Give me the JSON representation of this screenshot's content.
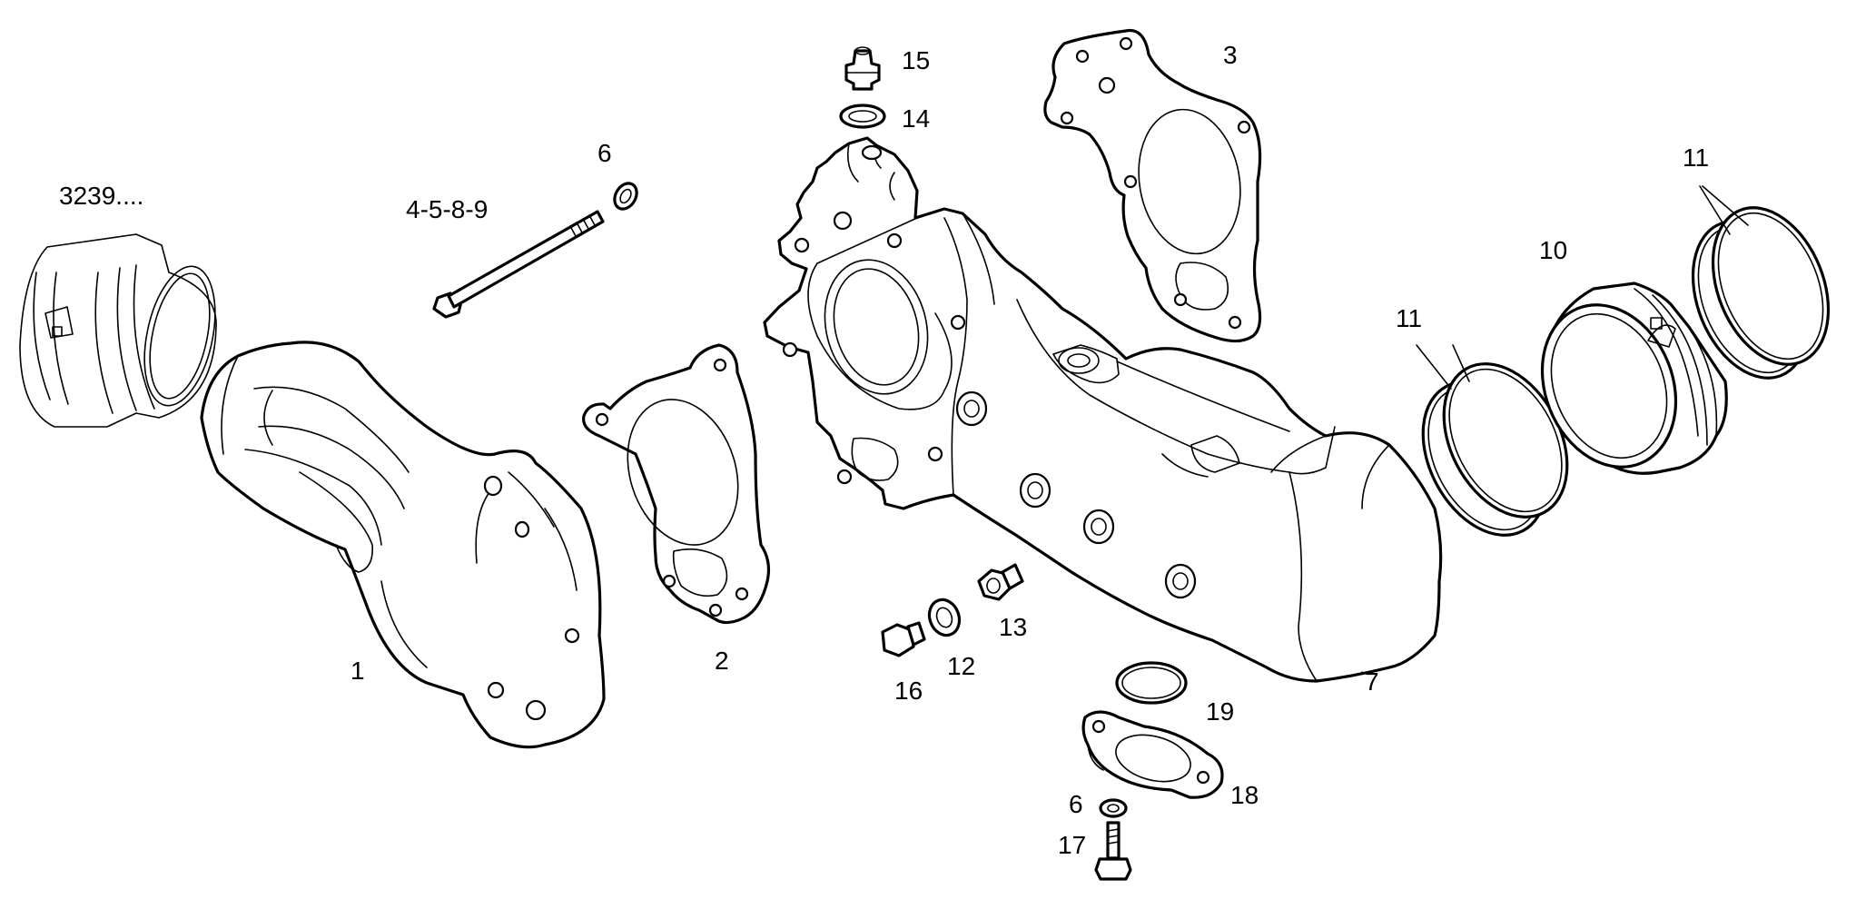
{
  "diagram": {
    "callouts": {
      "ref_3239": "3239....",
      "p1": "1",
      "p2": "2",
      "p3": "3",
      "p4589": "4-5-8-9",
      "p6_top": "6",
      "p6_bottom": "6",
      "p7": "7",
      "p10": "10",
      "p11_left": "11",
      "p11_right": "11",
      "p12": "12",
      "p13": "13",
      "p14": "14",
      "p15": "15",
      "p16": "16",
      "p17": "17",
      "p18": "18",
      "p19": "19"
    }
  }
}
